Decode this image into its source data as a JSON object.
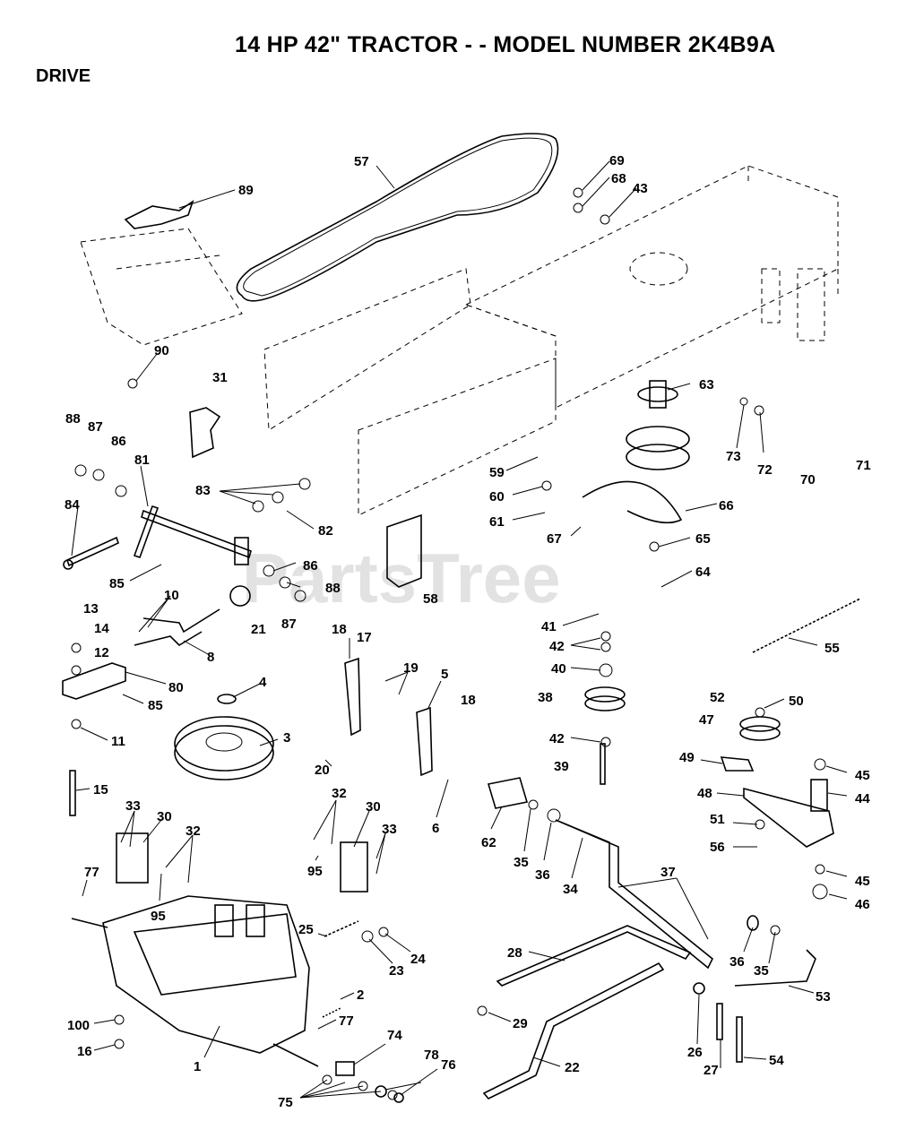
{
  "header": {
    "title": "14 HP 42\" TRACTOR - - MODEL NUMBER 2K4B9A",
    "section": "DRIVE"
  },
  "watermark": "PartsTree",
  "labels": [
    "57",
    "89",
    "69",
    "68",
    "43",
    "90",
    "31",
    "63",
    "88",
    "87",
    "86",
    "81",
    "83",
    "82",
    "59",
    "60",
    "61",
    "66",
    "73",
    "72",
    "70",
    "71",
    "84",
    "85",
    "86",
    "88",
    "87",
    "67",
    "65",
    "64",
    "58",
    "10",
    "21",
    "8",
    "13",
    "14",
    "12",
    "80",
    "85",
    "11",
    "41",
    "55",
    "42",
    "40",
    "38",
    "42",
    "39",
    "18",
    "17",
    "19",
    "5",
    "18",
    "20",
    "6",
    "4",
    "3",
    "52",
    "50",
    "47",
    "49",
    "48",
    "51",
    "56",
    "45",
    "44",
    "45",
    "46",
    "15",
    "33",
    "30",
    "32",
    "95",
    "77",
    "32",
    "30",
    "33",
    "95",
    "62",
    "35",
    "36",
    "34",
    "37",
    "25",
    "24",
    "23",
    "2",
    "28",
    "36",
    "35",
    "53",
    "100",
    "16",
    "1",
    "77",
    "29",
    "26",
    "27",
    "54",
    "74",
    "78",
    "76",
    "22",
    "75"
  ]
}
